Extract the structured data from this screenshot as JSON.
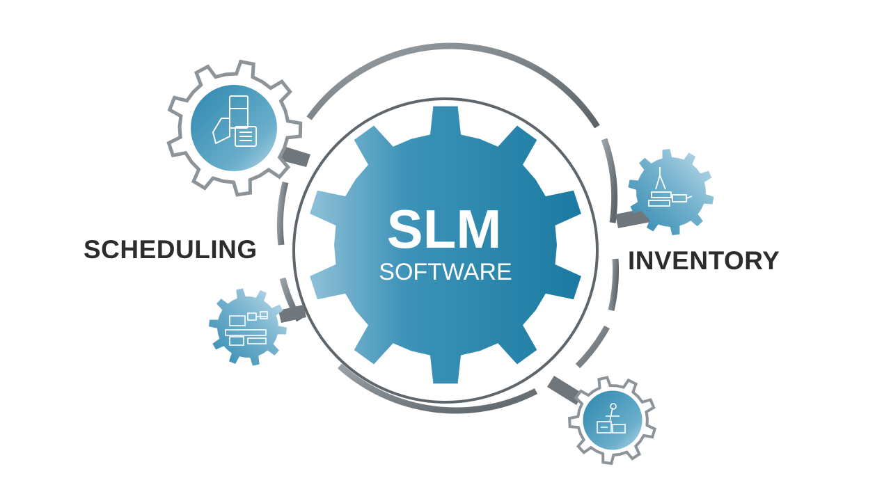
{
  "center": {
    "title": "SLM",
    "subtitle": "SOFTWARE"
  },
  "labels": {
    "left": "SCHEDULING",
    "right": "INVENTORY"
  },
  "colors": {
    "gear_blue_dark": "#1d7fa5",
    "gear_blue_light": "#9ec8dd",
    "ring_gray": "#6f777d",
    "label_text": "#2c2c2c",
    "gear_outline": "#8c9499"
  },
  "satellites": [
    {
      "icon": "tablet-checklist-icon"
    },
    {
      "icon": "assembly-line-icon"
    },
    {
      "icon": "robot-arm-conveyor-icon"
    },
    {
      "icon": "factory-equipment-icon"
    }
  ]
}
